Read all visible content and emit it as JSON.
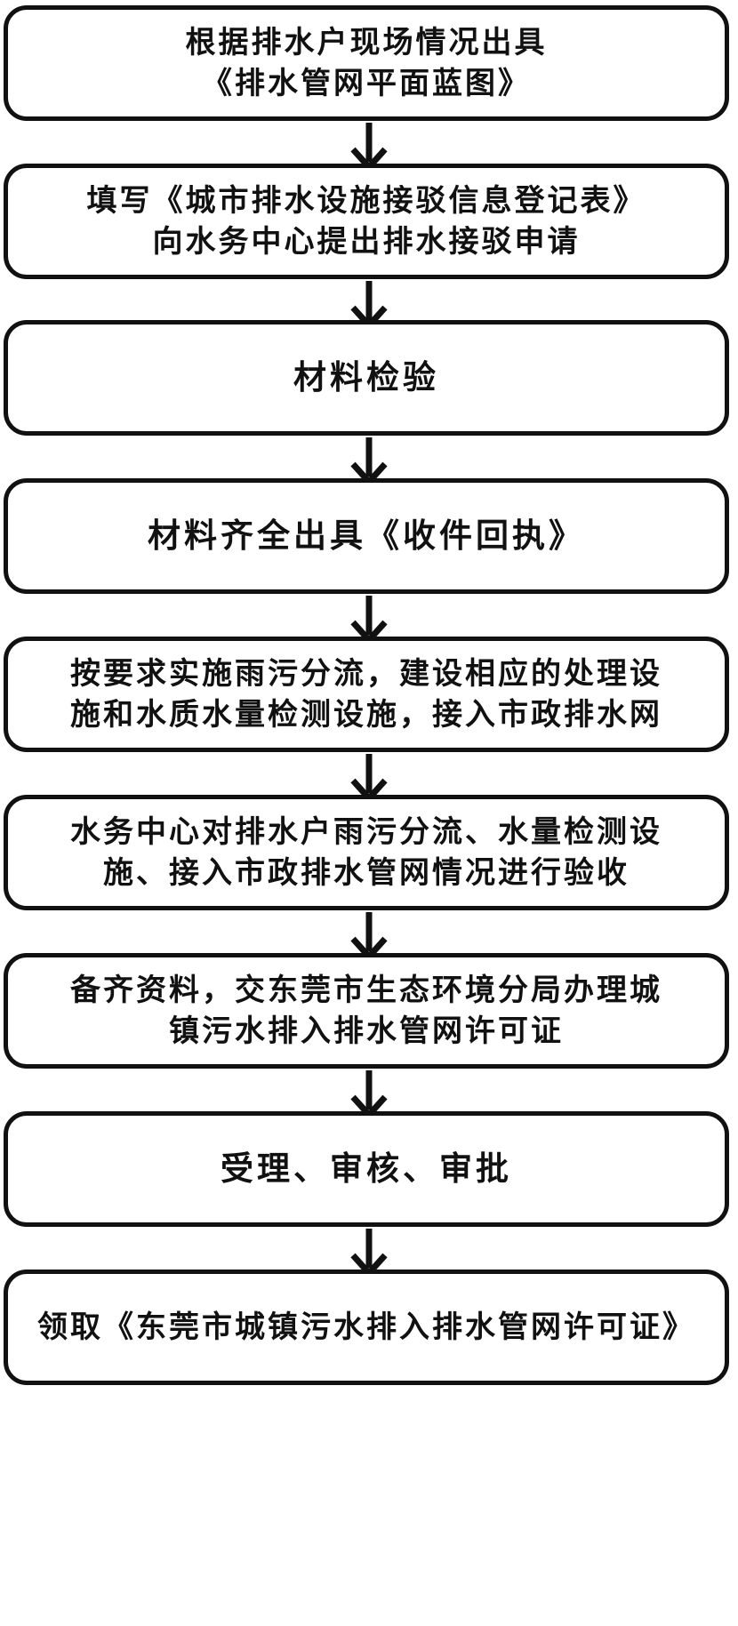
{
  "steps": [
    {
      "text": "根据排水户现场情况出具\n《排水管网平面蓝图》"
    },
    {
      "text": "填写《城市排水设施接驳信息登记表》\n向水务中心提出排水接驳申请"
    },
    {
      "text": "材料检验"
    },
    {
      "text": "材料齐全出具《收件回执》"
    },
    {
      "text": "按要求实施雨污分流，建设相应的处理设\n施和水质水量检测设施，接入市政排水网"
    },
    {
      "text": "水务中心对排水户雨污分流、水量检测设\n施、接入市政排水管网情况进行验收"
    },
    {
      "text": "备齐资料，交东莞市生态环境分局办理城\n镇污水排入排水管网许可证"
    },
    {
      "text": "受理、审核、审批"
    },
    {
      "text": "领取《东莞市城镇污水排入排水管网许可证》"
    }
  ],
  "colors": {
    "border": "#111111",
    "text": "#111111",
    "background": "#ffffff"
  }
}
